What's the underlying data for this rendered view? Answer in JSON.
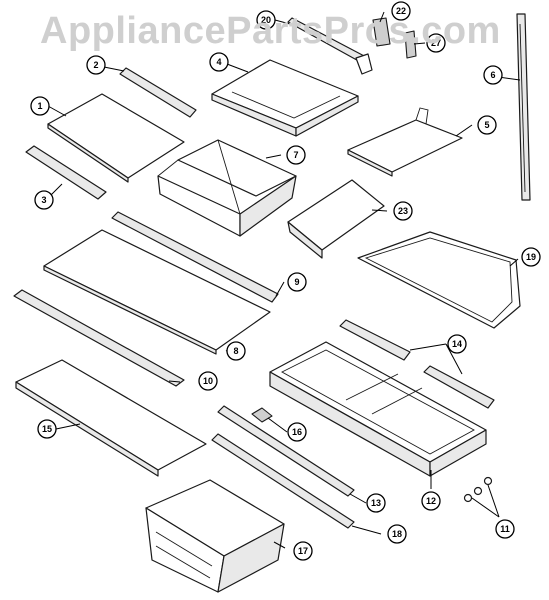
{
  "watermark": "AppliancePartsPros.com",
  "callouts": {
    "c1": "1",
    "c2": "2",
    "c3": "3",
    "c4": "4",
    "c5": "5",
    "c6": "6",
    "c7": "7",
    "c8": "8",
    "c9": "9",
    "c10": "10",
    "c11": "11",
    "c12": "12",
    "c13": "13",
    "c14": "14",
    "c15": "15",
    "c16": "16",
    "c17": "17",
    "c18": "18",
    "c19": "19",
    "c20": "20",
    "c22": "22",
    "c23": "23",
    "c27": "27"
  },
  "colors": {
    "line": "#1a1a1a",
    "fill_light": "#e9e9e9",
    "fill_dark": "#cfcfcf",
    "watermark": "#cfcfcf"
  }
}
